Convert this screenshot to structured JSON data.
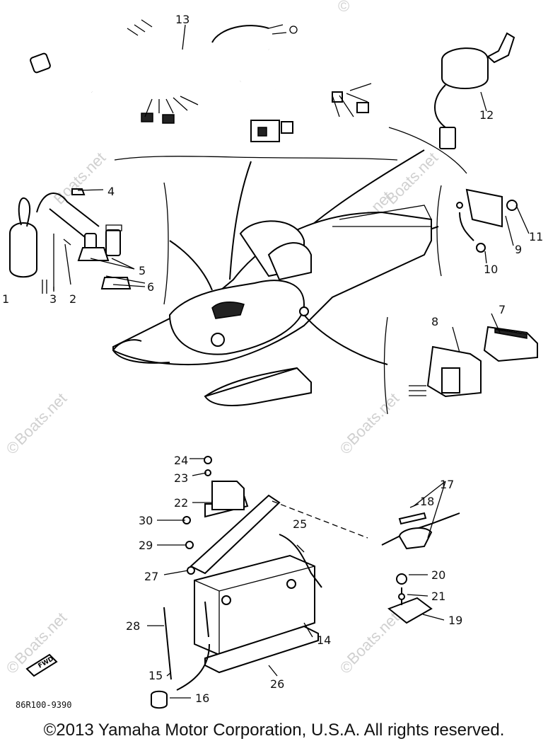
{
  "callouts": {
    "c1": "1",
    "c2": "2",
    "c3": "3",
    "c4": "4",
    "c5": "5",
    "c6": "6",
    "c7": "7",
    "c8": "8",
    "c9": "9",
    "c10": "10",
    "c11": "11",
    "c12": "12",
    "c13": "13",
    "c14": "14",
    "c15": "15",
    "c16": "16",
    "c17": "17",
    "c18": "18",
    "c19": "19",
    "c20": "20",
    "c21": "21",
    "c22": "22",
    "c23": "23",
    "c24": "24",
    "c25": "25",
    "c26": "26",
    "c27": "27",
    "c28": "28",
    "c29": "29",
    "c30": "30"
  },
  "diagram_code": "86R100-9390",
  "watermark": "Boats.net",
  "watermark_symbol": "©",
  "copyright": "©2013 Yamaha Motor Corporation, U.S.A. All rights reserved.",
  "fwd_marker": "FWD"
}
